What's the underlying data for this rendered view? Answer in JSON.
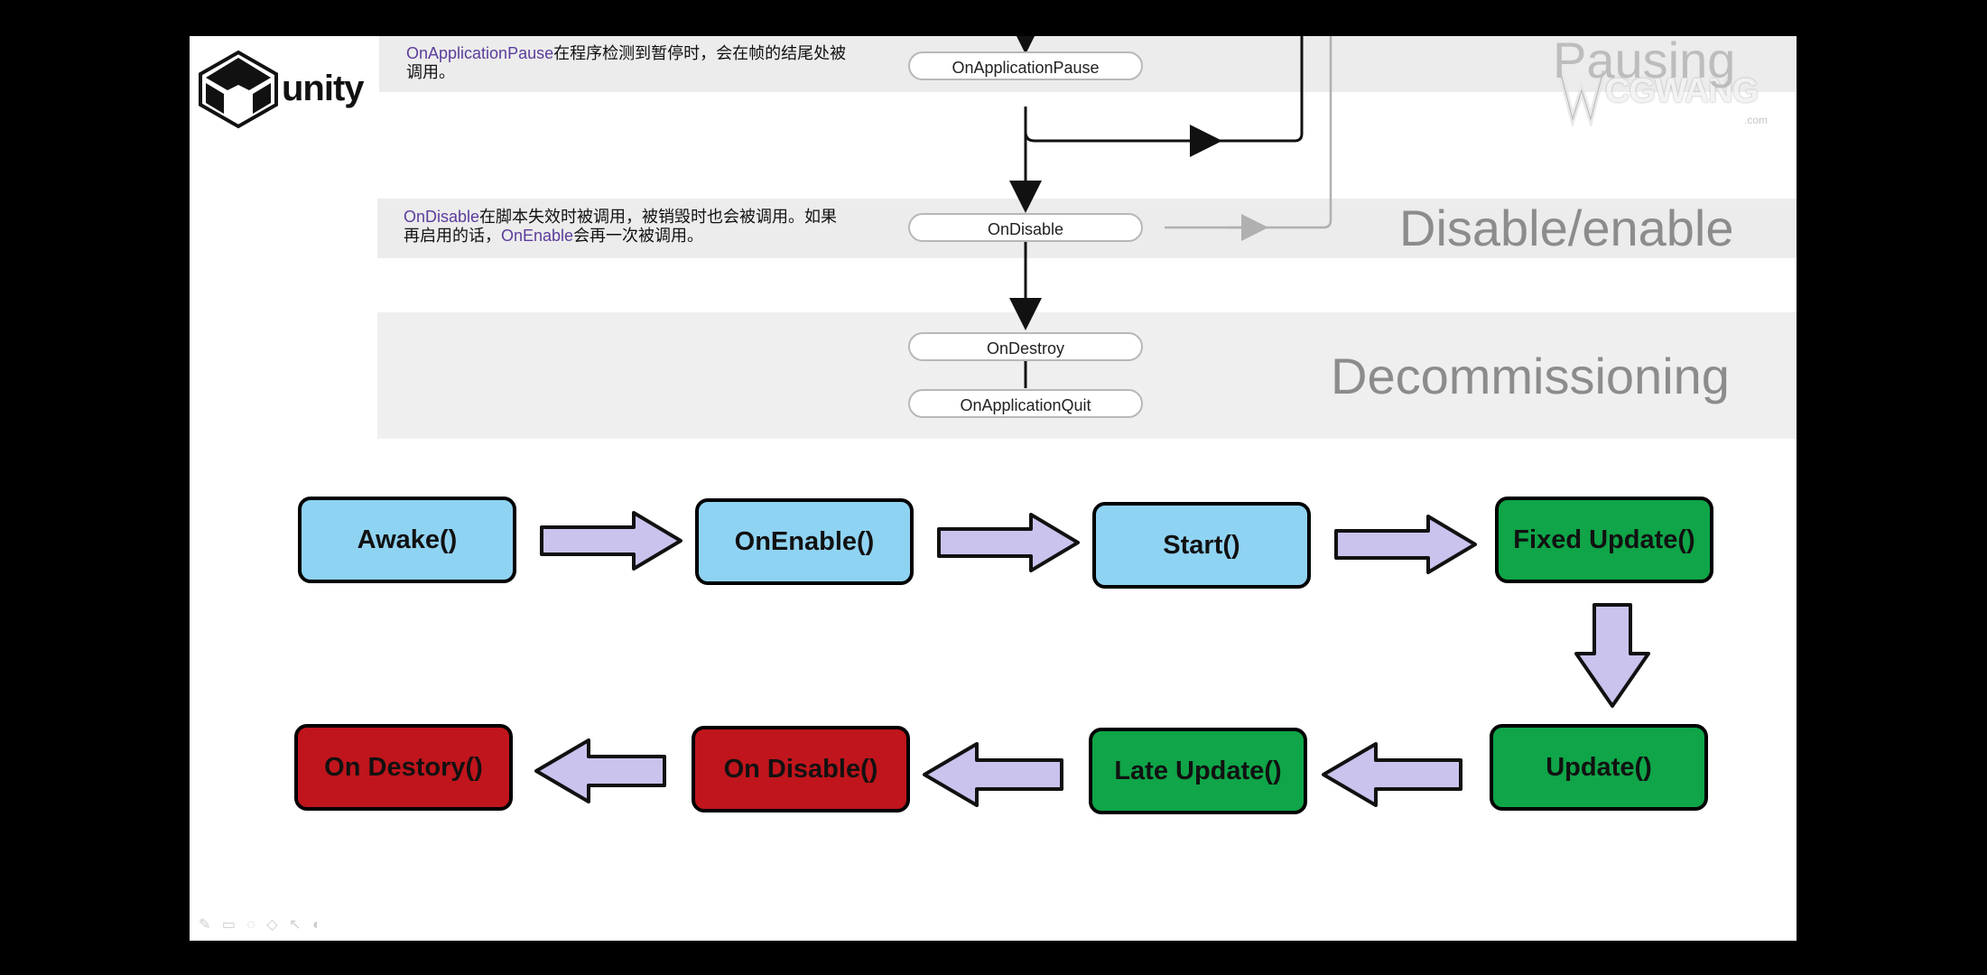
{
  "logo": {
    "text": "unity"
  },
  "watermark": {
    "text": "CGWANG",
    "suffix": ".com"
  },
  "phases": {
    "pausing": "Pausing",
    "disable": "Disable/enable",
    "decommissioning": "Decommissioning"
  },
  "descriptions": {
    "pause": {
      "kw": "OnApplicationPause",
      "rest": "在程序检测到暂停时，会在帧的结尾处被",
      "line2": "调用。"
    },
    "disable": {
      "kw1": "OnDisable",
      "rest1": "在脚本失效时被调用，被销毁时也会被调用。如果",
      "line2a": "再启用的话，",
      "kw2": "OnEnable",
      "line2b": "会再一次被调用。"
    }
  },
  "nodes": {
    "on_application_pause": "OnApplicationPause",
    "on_disable": "OnDisable",
    "on_destroy": "OnDestroy",
    "on_application_quit": "OnApplicationQuit"
  },
  "flow": {
    "row1": [
      "Awake()",
      "OnEnable()",
      "Start()",
      "Fixed Update()"
    ],
    "row2": [
      "On Destory()",
      "On Disable()",
      "Late Update()",
      "Update()"
    ]
  },
  "toolbar": {
    "icons": "✎ ▭ ◌ ◇ ↖ ◐"
  },
  "colors": {
    "blue": "#8fd3f2",
    "green": "#0fa548",
    "red": "#c0151c",
    "arrow": "#c9c3ee"
  }
}
